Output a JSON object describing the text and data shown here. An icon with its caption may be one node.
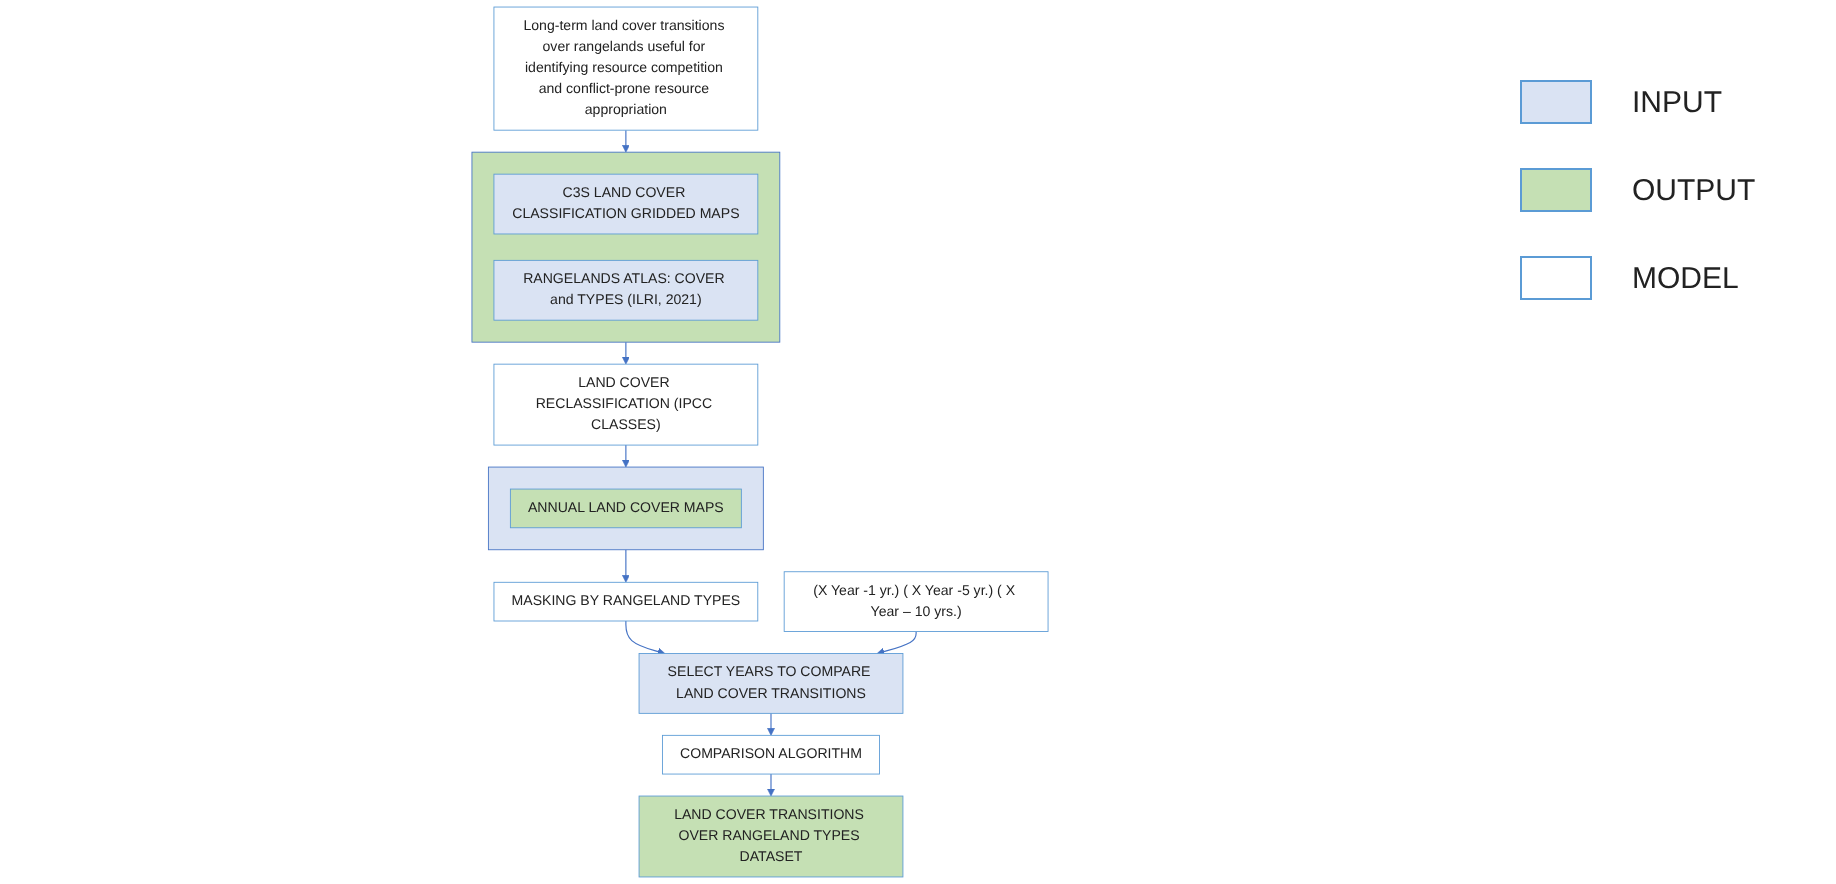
{
  "diagram": {
    "nodes": [
      {
        "text": [
          "Long-term land cover transitions over rangelands useful for identifying resource competition and conflict-prone resource appropriation"
        ]
      },
      {
        "text": [],
        "shape": "box"
      },
      {
        "text": [
          "C3S LAND COVER CLASSIFICATION GRIDDED MAPS"
        ],
        "in": 1
      },
      {
        "text": [
          "RANGELANDS ATLAS: COVER and TYPES (ILRI, 2021)"
        ],
        "in": 1
      },
      {
        "text": [
          "LAND COVER RECLASSIFICATION (IPCC CLASSES)"
        ]
      },
      {
        "text": [],
        "shape": "box"
      },
      {
        "text": [
          "ANNUAL LAND COVER MAPS"
        ],
        "in": 5
      },
      {
        "text": [
          "MASKING BY RANGELAND TYPES"
        ]
      },
      {
        "text": [
          "SELECT YEARS TO COMPARE LAND COVER TRANSITIONS"
        ]
      },
      {
        "text": [
          "(X Year -1 yr.) ( X Year -5 yr.) ( X Year – 10 yrs.)"
        ]
      },
      {
        "text": [
          "COMPARISON ALGORITHM"
        ]
      },
      {
        "text": [
          "LAND COVER TRANSITIONS OVER RANGELAND TYPES DATASET"
        ]
      }
    ],
    "edges": [
      {
        "from": 0,
        "to": 1,
        "arrow": "to"
      },
      {
        "from": 1,
        "to": 4,
        "arrow": "to"
      },
      {
        "from": 4,
        "to": 5,
        "arrow": "to"
      },
      {
        "from": 5,
        "to": 7,
        "arrow": "to"
      },
      {
        "from": 7,
        "to": 8,
        "arrow": "to"
      },
      {
        "from": 9,
        "to": 8,
        "arrow": "to"
      },
      {
        "from": 8,
        "to": 10,
        "arrow": "to"
      },
      {
        "from": 10,
        "to": 11,
        "arrow": "to"
      }
    ],
    "legend": [
      {
        "text": "INPUT",
        "color": "#dae3f3"
      },
      {
        "text": "OUTPUT",
        "color": "#c5e0b4"
      },
      {
        "text": "MODEL",
        "color": "#ffffff"
      }
    ]
  }
}
